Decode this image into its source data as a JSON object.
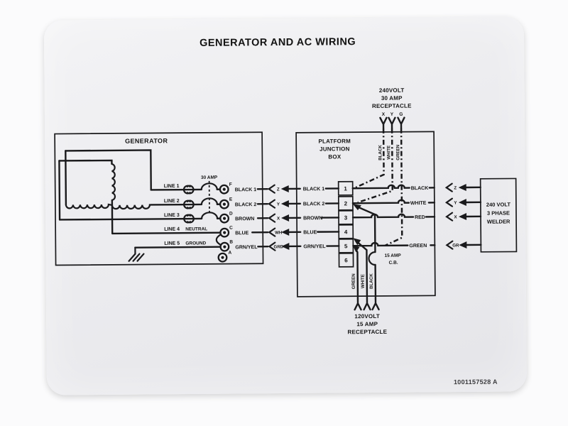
{
  "title": "GENERATOR AND AC WIRING",
  "footer": {
    "part_number": "1001157528 A"
  },
  "generator": {
    "label": "GENERATOR",
    "line_labels": [
      "LINE 1",
      "LINE 2",
      "LINE 3",
      "LINE 4",
      "LINE 5"
    ],
    "neutral": "NEUTRAL",
    "ground": "GROUND",
    "breaker": "30 AMP",
    "terminal_letters": [
      "F",
      "E",
      "D",
      "C",
      "B",
      "A"
    ],
    "wire_labels": [
      "BLACK 1",
      "BLACK 2",
      "BROWN",
      "BLUE",
      "GRN/YEL"
    ]
  },
  "plug_left": {
    "pins": [
      "Z",
      "Y",
      "X",
      "WH",
      "GRD"
    ]
  },
  "junction_box": {
    "title": [
      "PLATFORM",
      "JUNCTION",
      "BOX"
    ],
    "terminal_numbers": [
      "1",
      "2",
      "3",
      "4",
      "5",
      "6"
    ],
    "left_wire_labels": [
      "BLACK 1",
      "BLACK 2",
      "BROWN",
      "BLUE",
      "GRN/YEL"
    ],
    "right_wire_labels": [
      "BLACK",
      "WHITE",
      "RED",
      "GREEN"
    ],
    "cb": [
      "15 AMP",
      "C.B."
    ]
  },
  "receptacle_240": {
    "title": [
      "240VOLT",
      "30 AMP",
      "RECEPTACLE"
    ],
    "pins": [
      "X",
      "Y",
      "G"
    ],
    "wire_labels": [
      "BLACK",
      "WHITE",
      "GREEN"
    ]
  },
  "receptacle_120": {
    "title": [
      "120VOLT",
      "15 AMP",
      "RECEPTACLE"
    ],
    "wire_labels": [
      "GREEN",
      "WHITE",
      "BLACK"
    ]
  },
  "plug_right": {
    "pins": [
      "Z",
      "Y",
      "X",
      "GR"
    ]
  },
  "welder": {
    "title": [
      "240 VOLT",
      "3 PHASE",
      "WELDER"
    ]
  }
}
